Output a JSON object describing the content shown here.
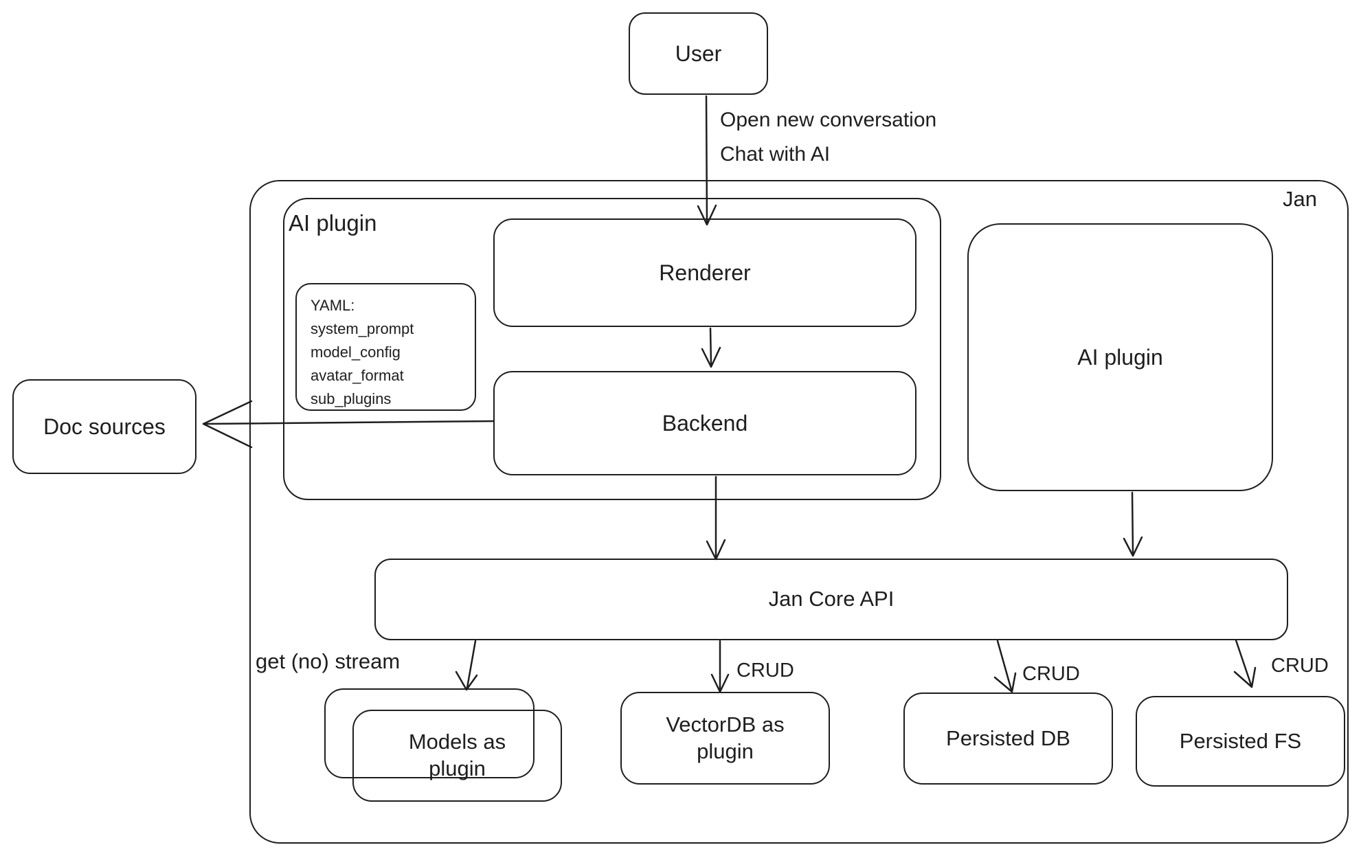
{
  "colors": {
    "stroke": "#1e1e1e",
    "canvas": "#ffffff"
  },
  "container": {
    "label": "Jan"
  },
  "nodes": {
    "user": "User",
    "ai_plugin_group": "AI plugin",
    "renderer": "Renderer",
    "backend": "Backend",
    "ai_plugin_right": "AI plugin",
    "doc_sources": "Doc sources",
    "jan_core_api": "Jan Core API",
    "models_plugin": {
      "line1": "Models as",
      "line2": "plugin"
    },
    "vectordb_plugin": {
      "line1": "VectorDB as",
      "line2": "plugin"
    },
    "persisted_db": "Persisted DB",
    "persisted_fs": "Persisted FS"
  },
  "note": {
    "lines": [
      "YAML:",
      "system_prompt",
      "model_config",
      "avatar_format",
      "sub_plugins"
    ]
  },
  "edges": {
    "user_action": {
      "line1": "Open new conversation",
      "line2": "Chat with AI"
    },
    "get_stream": "get (no) stream",
    "crud_vectordb": "CRUD",
    "crud_persisted_db": "CRUD",
    "crud_persisted_fs": "CRUD"
  }
}
